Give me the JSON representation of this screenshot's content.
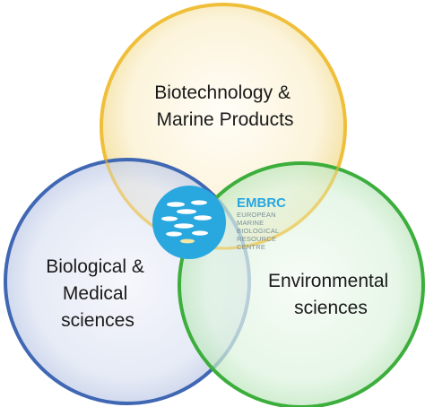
{
  "circles": {
    "top": {
      "lines": [
        "Biotechnology &",
        "Marine Products"
      ],
      "color": "#f3c54a"
    },
    "left": {
      "lines": [
        "Biological &",
        "Medical",
        "sciences"
      ],
      "color": "#3f67b3"
    },
    "right": {
      "lines": [
        "Environmental",
        "sciences"
      ],
      "color": "#3cae3c"
    }
  },
  "logo": {
    "title": "EMBRC",
    "subtitle": [
      "EUROPEAN",
      "MARINE",
      "BIOLOGICAL",
      "RESOURCE",
      "CENTRE"
    ],
    "color": "#29a7df"
  }
}
